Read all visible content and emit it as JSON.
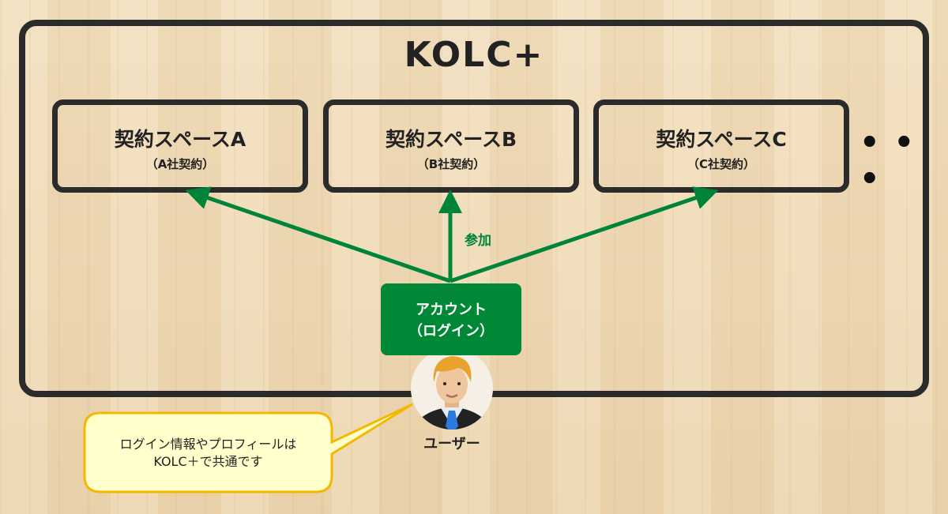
{
  "title": "KOLC+",
  "spaces": [
    {
      "name": "契約スペースA",
      "sub": "（A社契約）"
    },
    {
      "name": "契約スペースB",
      "sub": "（B社契約）"
    },
    {
      "name": "契約スペースC",
      "sub": "（C社契約）"
    }
  ],
  "more": "…",
  "arrow_label": "参加",
  "account": {
    "line1": "アカウント",
    "line2": "（ログイン）"
  },
  "user_label": "ユーザー",
  "bubble": {
    "line1": "ログイン情報やプロフィールは",
    "line2": "KOLC＋で共通です"
  },
  "colors": {
    "green": "#008837",
    "frame": "#2b2b2b",
    "bubble_fill": "#ffffcc",
    "bubble_border": "#f5b800"
  }
}
